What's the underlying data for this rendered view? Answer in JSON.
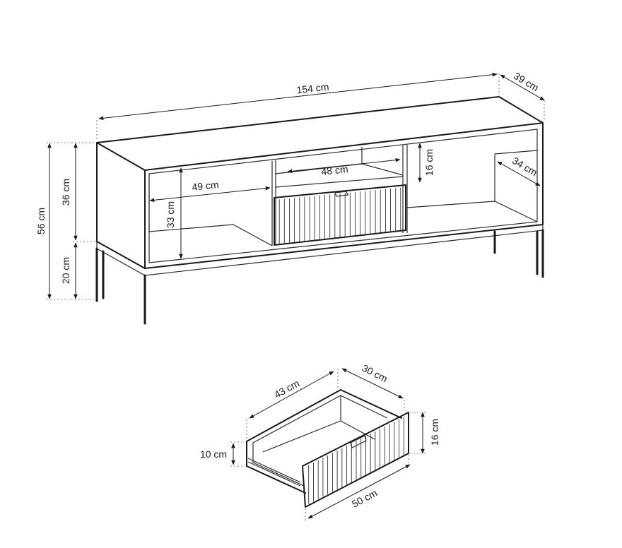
{
  "cabinet": {
    "width": "154 cm",
    "depth": "39 cm",
    "total_height": "56 cm",
    "body_height": "36 cm",
    "leg_height": "20 cm",
    "shelf_width": "49 cm",
    "shelf_height": "33 cm",
    "niche_width": "48 cm",
    "niche_height": "16 cm",
    "inner_depth": "34 cm"
  },
  "drawer": {
    "inner_length": "43 cm",
    "inner_depth": "30 cm",
    "front_height": "16 cm",
    "side_height": "10 cm",
    "front_width": "50 cm"
  }
}
